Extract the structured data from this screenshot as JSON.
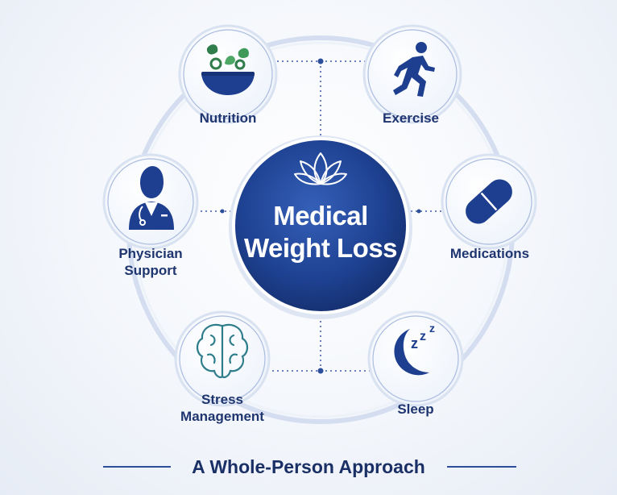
{
  "center": {
    "title": "Medical\nWeight Loss"
  },
  "nodes": [
    {
      "id": "nutrition",
      "label": "Nutrition",
      "icon": "salad-bowl-icon"
    },
    {
      "id": "exercise",
      "label": "Exercise",
      "icon": "running-person-icon"
    },
    {
      "id": "physician",
      "label": "Physician\nSupport",
      "icon": "doctor-icon"
    },
    {
      "id": "medications",
      "label": "Medications",
      "icon": "capsule-icon"
    },
    {
      "id": "stress",
      "label": "Stress\nManagement",
      "icon": "brain-icon"
    },
    {
      "id": "sleep",
      "label": "Sleep",
      "icon": "moon-zzz-icon"
    }
  ],
  "footer": {
    "text": "A Whole-Person Approach"
  },
  "colors": {
    "primary": "#1e3f8f",
    "accent_green": "#2f7d4a",
    "ring": "#c9d6ee",
    "text": "#1f3570"
  }
}
